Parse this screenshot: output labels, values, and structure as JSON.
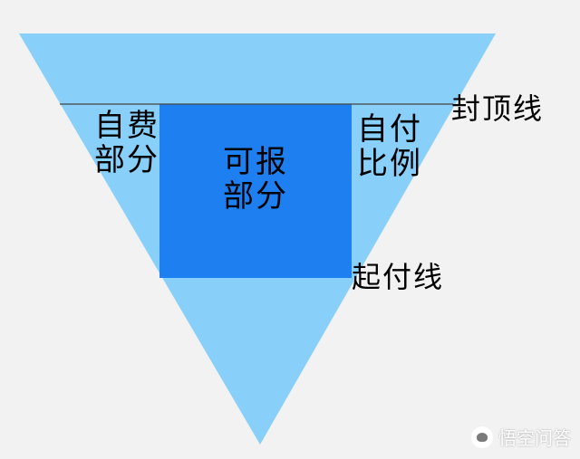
{
  "diagram": {
    "self_pay": [
      "自费",
      "部分"
    ],
    "reimbursable": [
      "可报",
      "部分"
    ],
    "co_pay_ratio": [
      "自付",
      "比例"
    ],
    "cap_line": "封顶线",
    "deductible_line": "起付线"
  },
  "watermark": {
    "text": "悟空问答",
    "icon": "wukong-logo-icon"
  },
  "colors": {
    "background": "#f2f2f2",
    "triangle": "#88cffa",
    "reimbursable_block": "#1e7ff0",
    "cap_line": "#444444"
  }
}
